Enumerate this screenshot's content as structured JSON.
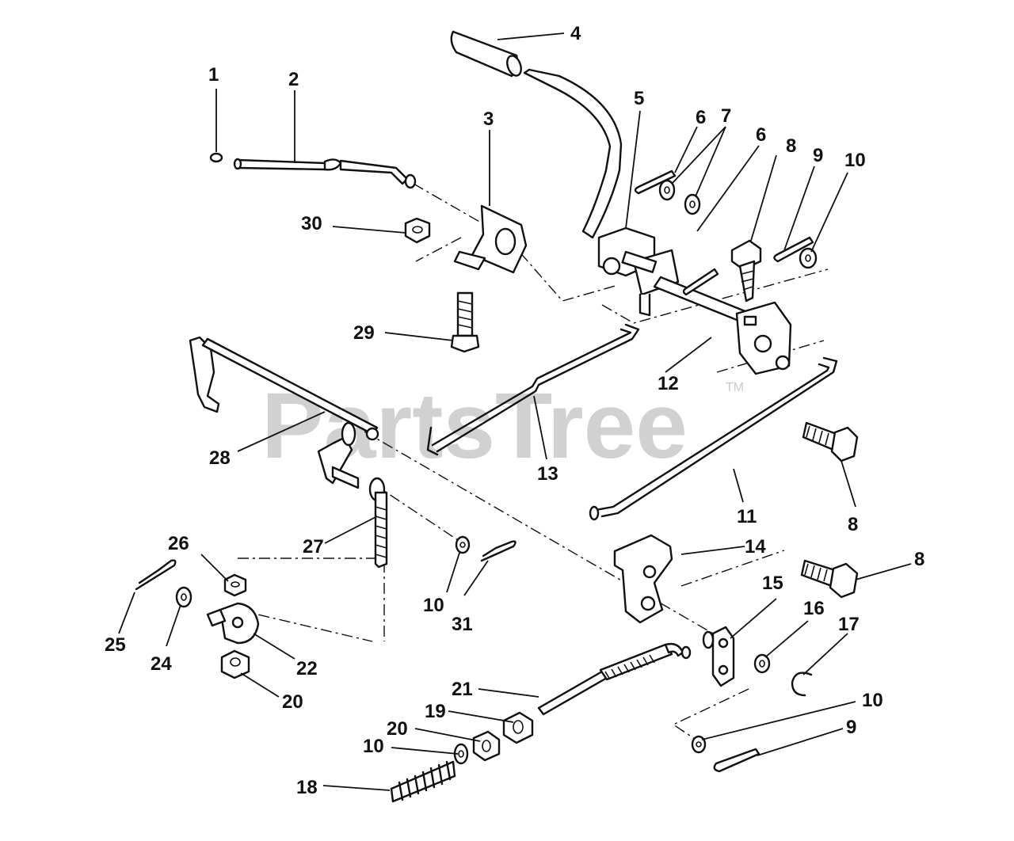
{
  "watermark": {
    "brand": "PartsTree",
    "trademark": "TM"
  },
  "callouts": [
    {
      "id": "c1",
      "label": "1"
    },
    {
      "id": "c2",
      "label": "2"
    },
    {
      "id": "c3",
      "label": "3"
    },
    {
      "id": "c4",
      "label": "4"
    },
    {
      "id": "c5",
      "label": "5"
    },
    {
      "id": "c6a",
      "label": "6"
    },
    {
      "id": "c6b",
      "label": "6"
    },
    {
      "id": "c7",
      "label": "7"
    },
    {
      "id": "c8a",
      "label": "8"
    },
    {
      "id": "c8b",
      "label": "8"
    },
    {
      "id": "c8c",
      "label": "8"
    },
    {
      "id": "c9a",
      "label": "9"
    },
    {
      "id": "c9b",
      "label": "9"
    },
    {
      "id": "c10a",
      "label": "10"
    },
    {
      "id": "c10b",
      "label": "10"
    },
    {
      "id": "c10c",
      "label": "10"
    },
    {
      "id": "c10d",
      "label": "10"
    },
    {
      "id": "c11",
      "label": "11"
    },
    {
      "id": "c12",
      "label": "12"
    },
    {
      "id": "c13",
      "label": "13"
    },
    {
      "id": "c14",
      "label": "14"
    },
    {
      "id": "c15",
      "label": "15"
    },
    {
      "id": "c16",
      "label": "16"
    },
    {
      "id": "c17",
      "label": "17"
    },
    {
      "id": "c18",
      "label": "18"
    },
    {
      "id": "c19",
      "label": "19"
    },
    {
      "id": "c20a",
      "label": "20"
    },
    {
      "id": "c20b",
      "label": "20"
    },
    {
      "id": "c21",
      "label": "21"
    },
    {
      "id": "c22",
      "label": "22"
    },
    {
      "id": "c24",
      "label": "24"
    },
    {
      "id": "c25",
      "label": "25"
    },
    {
      "id": "c26",
      "label": "26"
    },
    {
      "id": "c27",
      "label": "27"
    },
    {
      "id": "c28",
      "label": "28"
    },
    {
      "id": "c29",
      "label": "29"
    },
    {
      "id": "c30",
      "label": "30"
    },
    {
      "id": "c31",
      "label": "31"
    }
  ]
}
